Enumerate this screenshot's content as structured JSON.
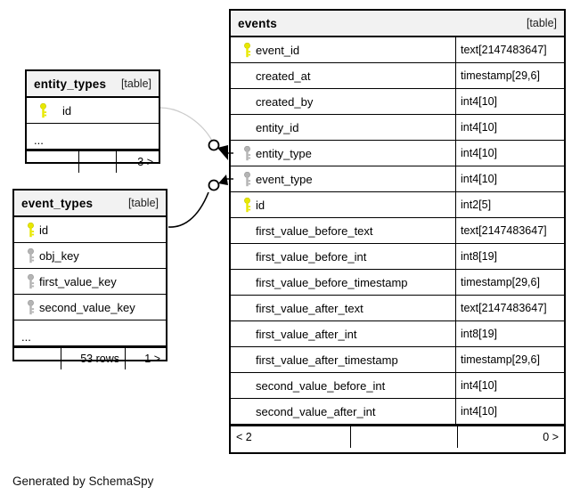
{
  "caption": "Generated by SchemaSpy",
  "colors": {
    "primary_key": "#e8e800",
    "foreign_key": "#b4b4b4",
    "header_bg": "#f2f2f2",
    "border": "#000000",
    "background": "#ffffff"
  },
  "tables": {
    "events": {
      "name": "events",
      "tag": "[table]",
      "columns": [
        {
          "key": "primary",
          "name": "event_id",
          "type": "text[2147483647]"
        },
        {
          "key": "none",
          "name": "created_at",
          "type": "timestamp[29,6]"
        },
        {
          "key": "none",
          "name": "created_by",
          "type": "int4[10]"
        },
        {
          "key": "none",
          "name": "entity_id",
          "type": "int4[10]"
        },
        {
          "key": "foreign",
          "name": "entity_type",
          "type": "int4[10]"
        },
        {
          "key": "foreign",
          "name": "event_type",
          "type": "int4[10]"
        },
        {
          "key": "primary",
          "name": "id",
          "type": "int2[5]"
        },
        {
          "key": "none",
          "name": "first_value_before_text",
          "type": "text[2147483647]"
        },
        {
          "key": "none",
          "name": "first_value_before_int",
          "type": "int8[19]"
        },
        {
          "key": "none",
          "name": "first_value_before_timestamp",
          "type": "timestamp[29,6]"
        },
        {
          "key": "none",
          "name": "first_value_after_text",
          "type": "text[2147483647]"
        },
        {
          "key": "none",
          "name": "first_value_after_int",
          "type": "int8[19]"
        },
        {
          "key": "none",
          "name": "first_value_after_timestamp",
          "type": "timestamp[29,6]"
        },
        {
          "key": "none",
          "name": "second_value_before_int",
          "type": "int4[10]"
        },
        {
          "key": "none",
          "name": "second_value_after_int",
          "type": "int4[10]"
        }
      ],
      "footer": {
        "left": "< 2",
        "middle": "",
        "right": "0 >"
      }
    },
    "entity_types": {
      "name": "entity_types",
      "tag": "[table]",
      "columns": [
        {
          "key": "primary",
          "name": "id",
          "type": ""
        }
      ],
      "more_indicator": "...",
      "footer": {
        "left": "",
        "middle": "",
        "right": "3 >"
      }
    },
    "event_types": {
      "name": "event_types",
      "tag": "[table]",
      "columns": [
        {
          "key": "primary",
          "name": "id",
          "type": ""
        },
        {
          "key": "foreign",
          "name": "obj_key",
          "type": ""
        },
        {
          "key": "foreign",
          "name": "first_value_key",
          "type": ""
        },
        {
          "key": "foreign",
          "name": "second_value_key",
          "type": ""
        }
      ],
      "more_indicator": "...",
      "footer": {
        "left": "",
        "middle": "53 rows",
        "right": "1 >"
      }
    }
  },
  "relationships": [
    {
      "from": "entity_types.id",
      "to": "events.entity_type"
    },
    {
      "from": "event_types.id",
      "to": "events.event_type"
    }
  ]
}
